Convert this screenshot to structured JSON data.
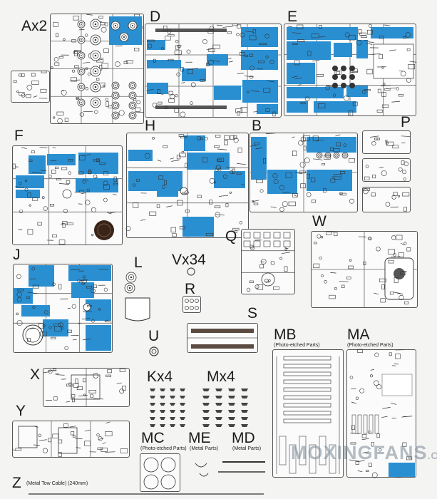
{
  "sprue_labels": {
    "A": "Ax2",
    "D": "D",
    "E": "E",
    "F": "F",
    "H": "H",
    "B": "B",
    "P": "P",
    "Q": "Q",
    "W": "W",
    "J": "J",
    "L": "L",
    "V": "Vx34",
    "R": "R",
    "S": "S",
    "U": "U",
    "MB": "MB",
    "MA": "MA",
    "X": "X",
    "K": "Kx4",
    "M": "Mx4",
    "Y": "Y",
    "MC": "MC",
    "ME": "ME",
    "MD": "MD",
    "Z": "Z"
  },
  "sub_labels": {
    "MB": "(Photo-etched Parts)",
    "MA": "(Photo-etched Parts)",
    "MC": "(Photo-etched Parts)",
    "ME": "(Metal Parts)",
    "MD": "(Metal Parts)",
    "Z": "(Metal Tow Cable) (240mm)"
  },
  "watermark": {
    "main": "MOXINGFANS",
    "suffix": ".COM"
  },
  "colors": {
    "highlight": "#2a8fd1",
    "frame": "#555555",
    "background": "#f4f4f2"
  }
}
